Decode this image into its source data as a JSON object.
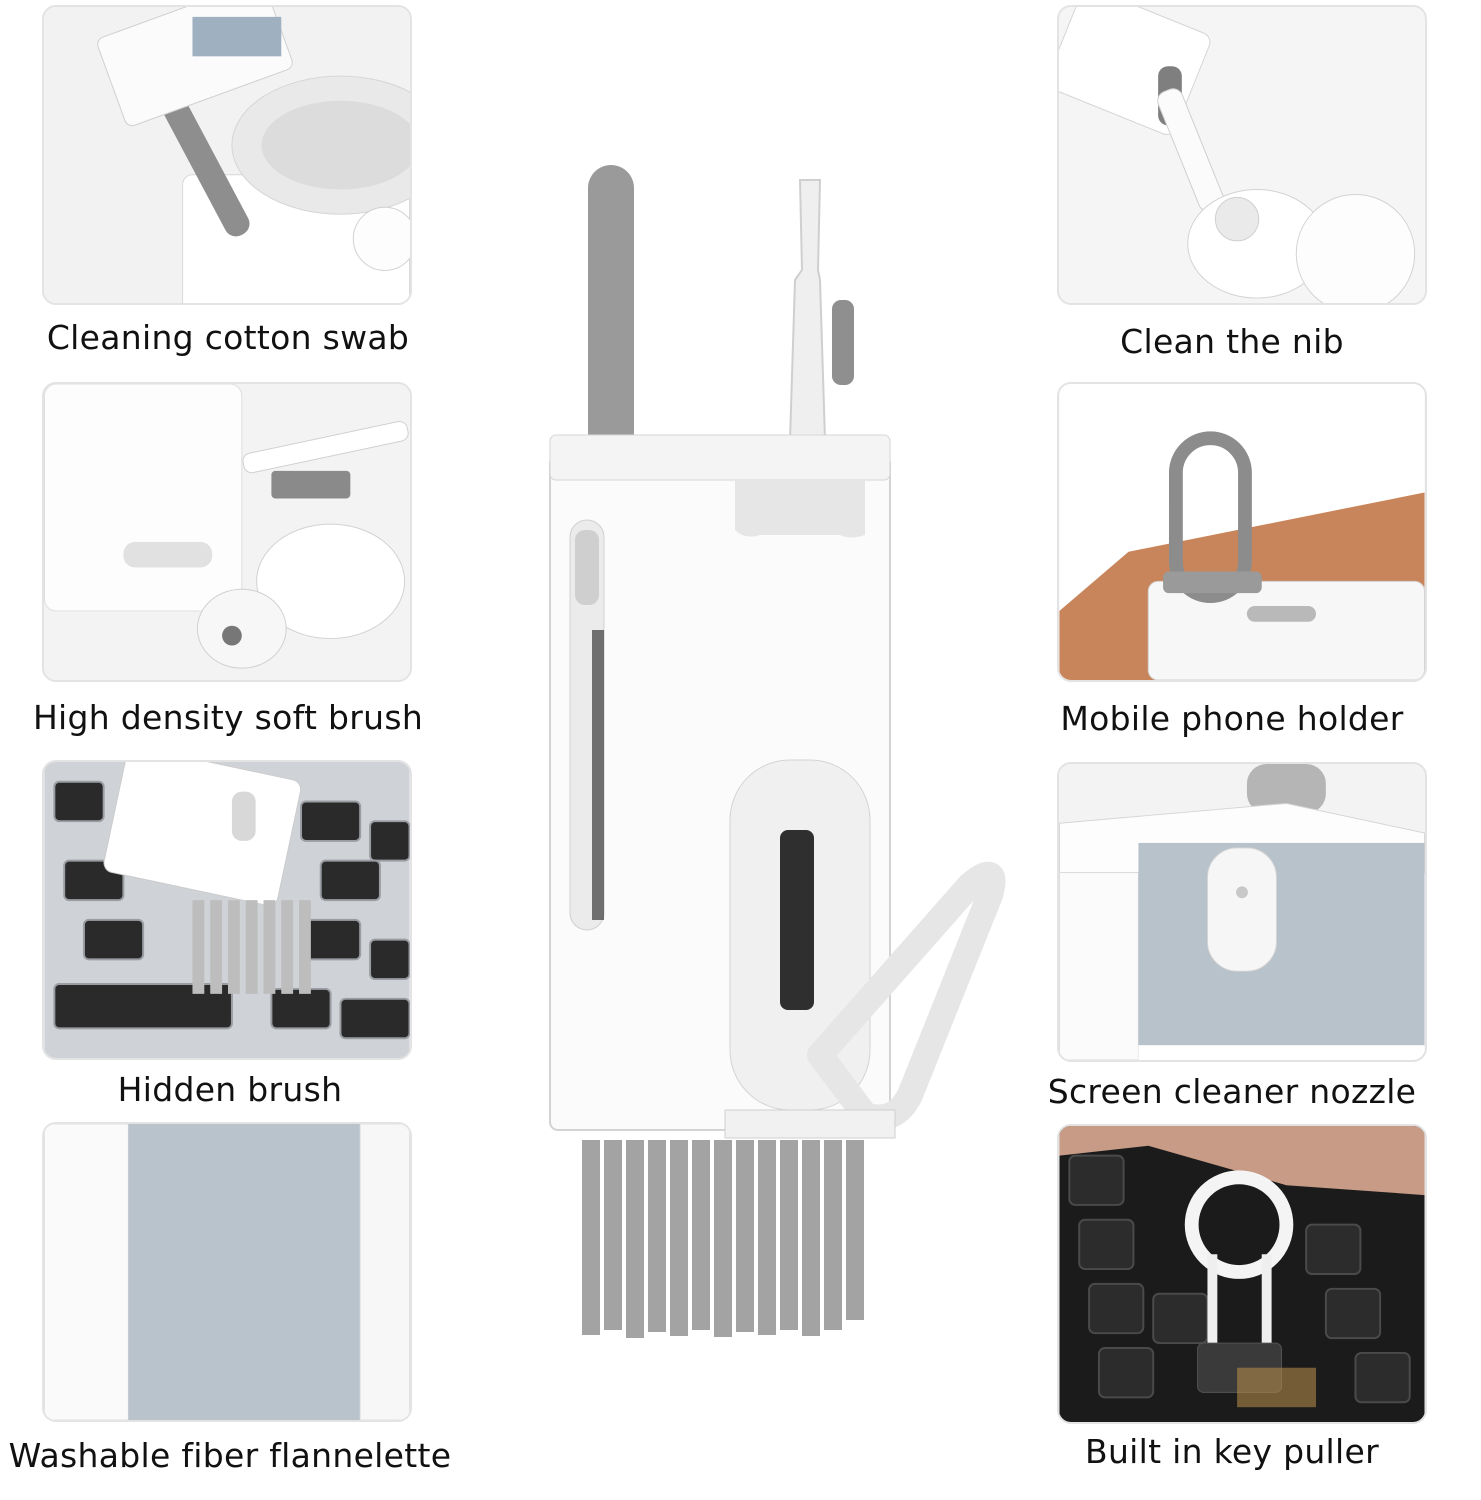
{
  "features": {
    "left": [
      {
        "name": "swab",
        "label": "Cleaning cotton swab"
      },
      {
        "name": "soft-brush",
        "label": "High density soft brush"
      },
      {
        "name": "hidden-brush",
        "label": "Hidden brush"
      },
      {
        "name": "flannelette",
        "label": "Washable fiber flannelette"
      }
    ],
    "right": [
      {
        "name": "nib",
        "label": "Clean the nib"
      },
      {
        "name": "phone-holder",
        "label": "Mobile phone holder"
      },
      {
        "name": "nozzle",
        "label": "Screen cleaner nozzle"
      },
      {
        "name": "key-puller",
        "label": "Built in key puller"
      }
    ]
  },
  "colors": {
    "body_white": "#fafafa",
    "gray_felt": "#a9a9a9",
    "sponge_blue": "#b7c2cc",
    "wood": "#c8855b",
    "keyboard_dark": "#1f1f1f"
  }
}
